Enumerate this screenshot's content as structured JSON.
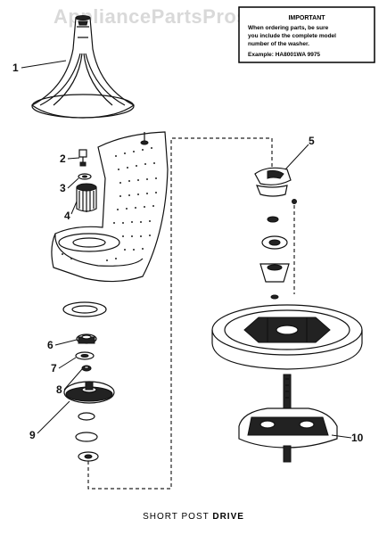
{
  "watermark": "AppliancePartsPros.com",
  "important_note": {
    "title": "IMPORTANT",
    "lines": [
      "When ordering parts, be sure",
      "you include the complete model",
      "number of the washer.",
      "Example: HA8001WA  9975"
    ]
  },
  "callouts": [
    "1",
    "2",
    "3",
    "4",
    "5",
    "6",
    "7",
    "8",
    "9",
    "10"
  ],
  "caption": {
    "prefix": "SHORT POST ",
    "bold": "DRIVE"
  }
}
